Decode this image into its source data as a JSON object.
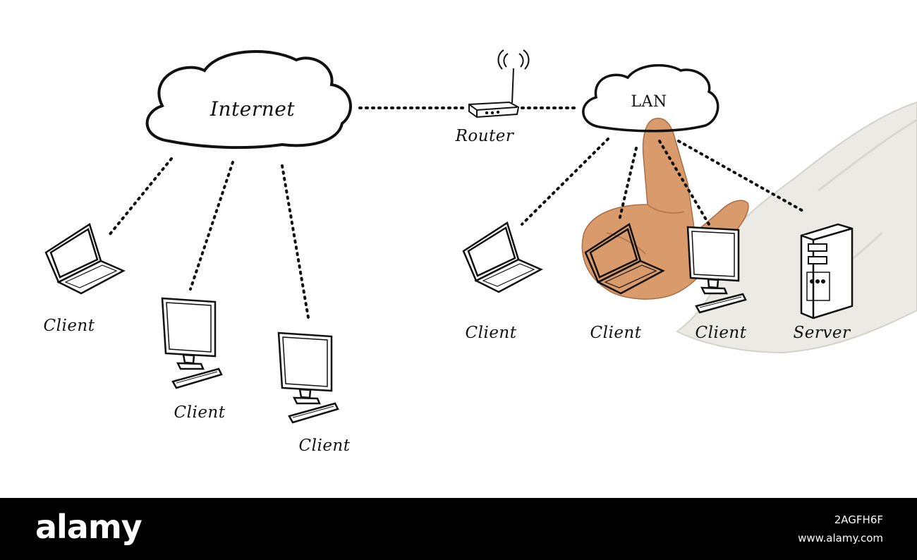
{
  "diagram": {
    "internet_label": "Internet",
    "router_label": "Router",
    "lan_label": "LAN",
    "internet_clients": [
      "Client",
      "Client",
      "Client"
    ],
    "lan_nodes": [
      "Client",
      "Client",
      "Client",
      "Server"
    ]
  },
  "footer": {
    "brand": "alamy",
    "image_id": "2AGFH6F",
    "site": "www.alamy.com"
  },
  "colors": {
    "ink": "#111111",
    "skin": "#d99a6c",
    "sleeve": "#ecebe6",
    "footer_bg": "#000000"
  }
}
